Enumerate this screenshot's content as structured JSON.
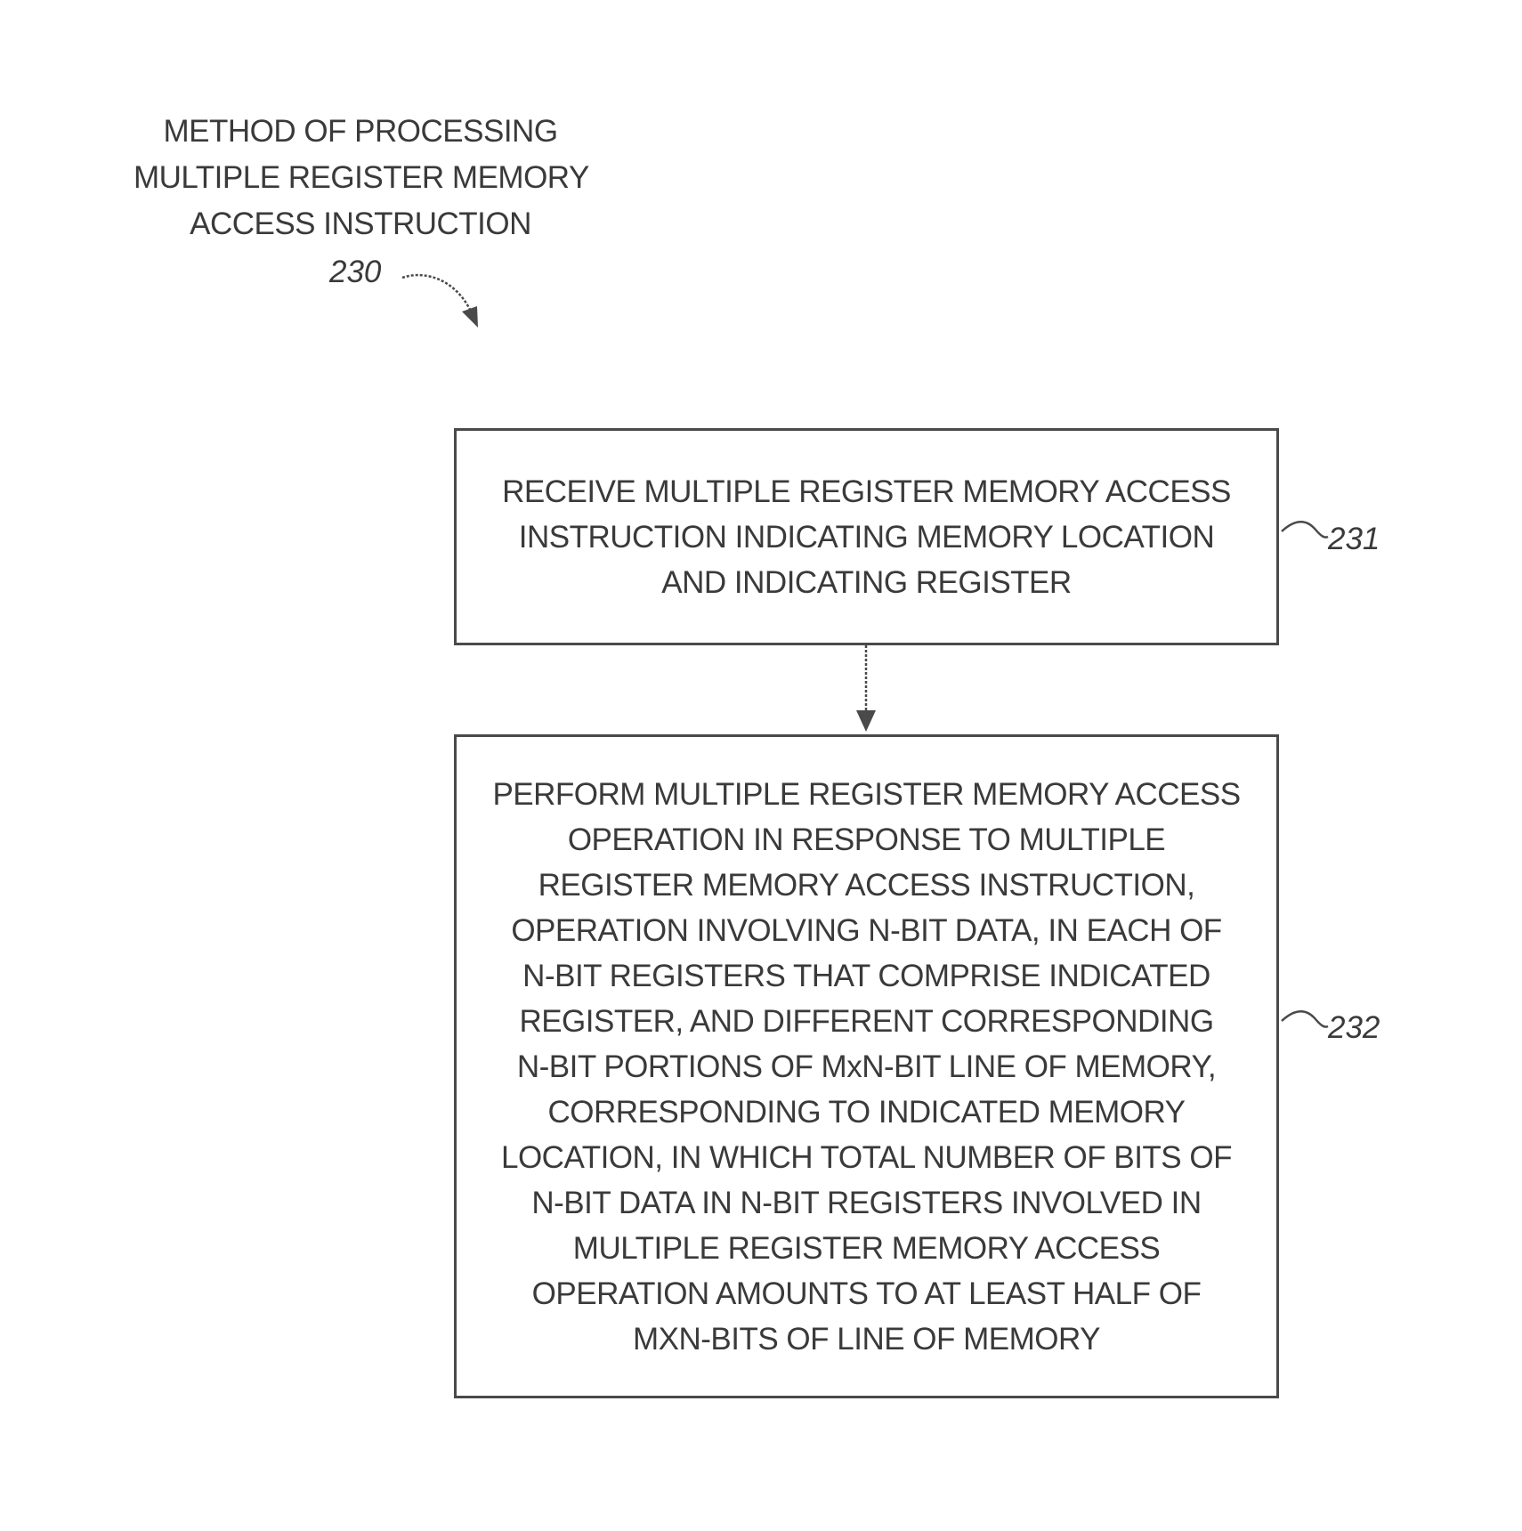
{
  "title": {
    "lines": [
      "METHOD OF PROCESSING",
      "MULTIPLE REGISTER MEMORY",
      "ACCESS INSTRUCTION"
    ],
    "ref": "230"
  },
  "steps": [
    {
      "ref": "231",
      "lines": [
        "RECEIVE MULTIPLE REGISTER MEMORY ACCESS",
        "INSTRUCTION INDICATING MEMORY LOCATION",
        "AND INDICATING REGISTER"
      ]
    },
    {
      "ref": "232",
      "lines": [
        "PERFORM MULTIPLE REGISTER MEMORY ACCESS",
        "OPERATION IN RESPONSE TO MULTIPLE",
        "REGISTER MEMORY ACCESS INSTRUCTION,",
        "OPERATION INVOLVING N-BIT DATA, IN EACH OF",
        "N-BIT REGISTERS THAT COMPRISE INDICATED",
        "REGISTER, AND DIFFERENT CORRESPONDING",
        "N-BIT PORTIONS OF MxN-BIT LINE OF MEMORY,",
        "CORRESPONDING TO INDICATED MEMORY",
        "LOCATION, IN WHICH TOTAL NUMBER OF BITS OF",
        "N-BIT DATA IN N-BIT REGISTERS INVOLVED IN",
        "MULTIPLE REGISTER MEMORY ACCESS",
        "OPERATION AMOUNTS TO AT LEAST HALF OF",
        "MXN-BITS OF LINE OF MEMORY"
      ]
    }
  ]
}
